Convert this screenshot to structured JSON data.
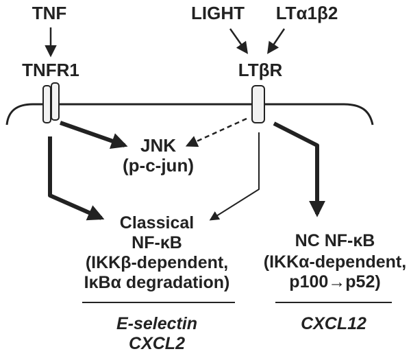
{
  "ligands": {
    "tnf": "TNF",
    "light": "LIGHT",
    "lta1b2": "LTα1β2"
  },
  "receptors": {
    "tnfr1": "TNFR1",
    "ltbr": "LTβR"
  },
  "jnk": {
    "line1": "JNK",
    "line2": "(p-c-jun)"
  },
  "classical": {
    "line1": "Classical",
    "line2": "NF-κB",
    "line3": "(IKKβ-dependent,",
    "line4": "IκBα degradation)",
    "targets": [
      "E-selectin",
      "CXCL2"
    ]
  },
  "noncanonical": {
    "line1": "NC NF-κB",
    "line2": "(IKKα-dependent,",
    "line3": "p100→p52)",
    "targets": [
      "CXCL12"
    ]
  },
  "colors": {
    "ink": "#222222",
    "receptor_fill": "#f2f2f2"
  }
}
